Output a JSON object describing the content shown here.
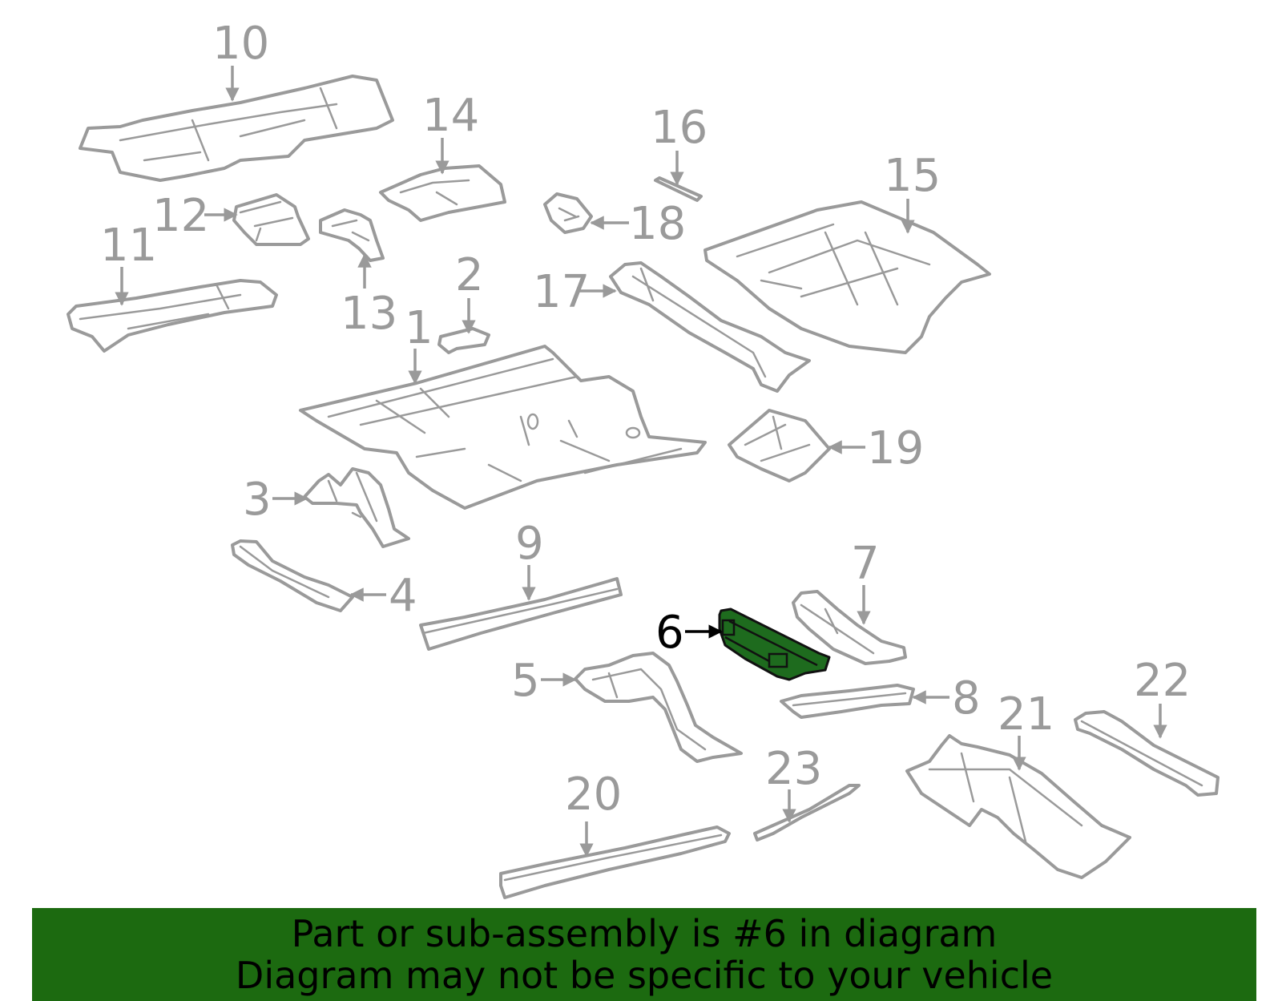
{
  "diagram": {
    "highlight_color": "#1e6b1e",
    "label_color": "#9a9a9a",
    "active_label_color": "#000000",
    "callouts": {
      "c1": "1",
      "c2": "2",
      "c3": "3",
      "c4": "4",
      "c5": "5",
      "c6": "6",
      "c7": "7",
      "c8": "8",
      "c9": "9",
      "c10": "10",
      "c11": "11",
      "c12": "12",
      "c13": "13",
      "c14": "14",
      "c15": "15",
      "c16": "16",
      "c17": "17",
      "c18": "18",
      "c19": "19",
      "c20": "20",
      "c21": "21",
      "c22": "22",
      "c23": "23"
    }
  },
  "banner": {
    "background": "#1c6a10",
    "line1": "Part or sub-assembly is #6 in diagram",
    "line2": "Diagram may not be specific to your vehicle"
  }
}
